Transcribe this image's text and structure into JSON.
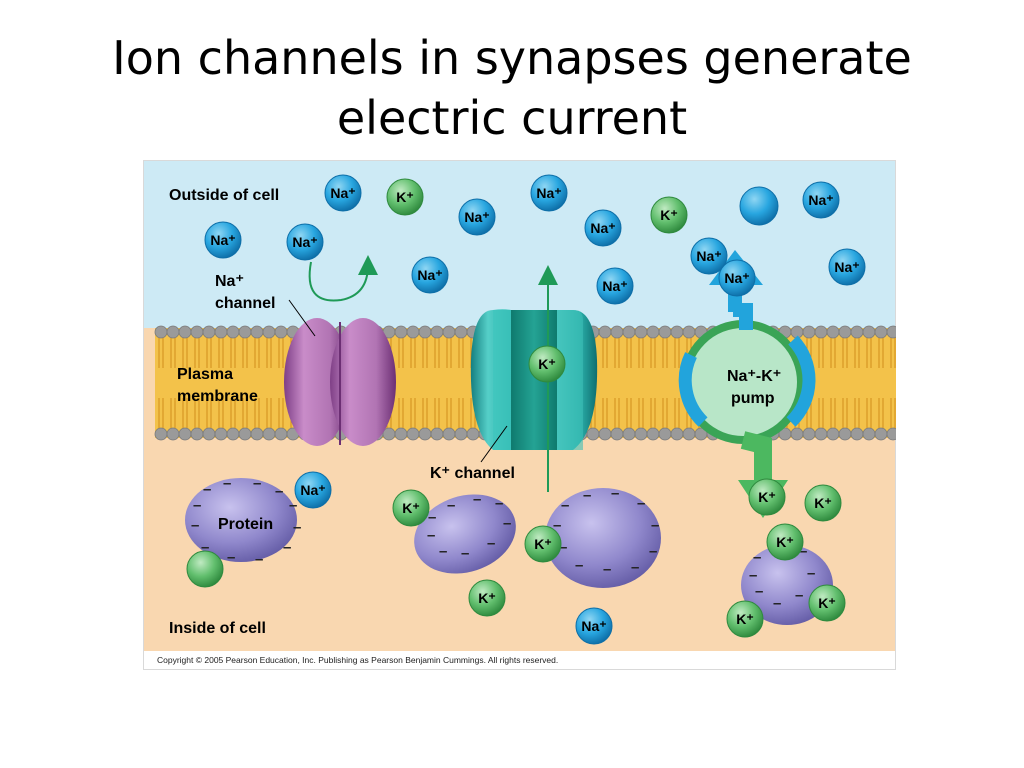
{
  "slide": {
    "title_line1": "Ion channels in synapses generate",
    "title_line2": "electric current"
  },
  "figure": {
    "labels": {
      "outside": "Outside of cell",
      "inside": "Inside of cell",
      "na_channel_line1": "Na⁺",
      "na_channel_line2": "channel",
      "membrane_line1": "Plasma",
      "membrane_line2": "membrane",
      "k_channel": "K⁺ channel",
      "pump_line1": "Na⁺-K⁺",
      "pump_line2": "pump",
      "protein": "Protein"
    },
    "ion_symbols": {
      "na": "Na⁺",
      "k": "K⁺"
    },
    "copyright": "Copyright © 2005 Pearson Education, Inc. Publishing as Pearson Benjamin Cummings. All rights reserved.",
    "colors": {
      "extracellular": "#cdeaf5",
      "intracellular": "#f9d7b0",
      "membrane_lipid": "#f3c24a",
      "lipid_head": "#9a9a9a",
      "na_ion": "#1ea3de",
      "k_ion": "#62bf6e",
      "na_channel": "#a860a8",
      "k_channel": "#2fb7b0",
      "pump": "#b8e6c8",
      "protein": "#8e86c8"
    }
  }
}
